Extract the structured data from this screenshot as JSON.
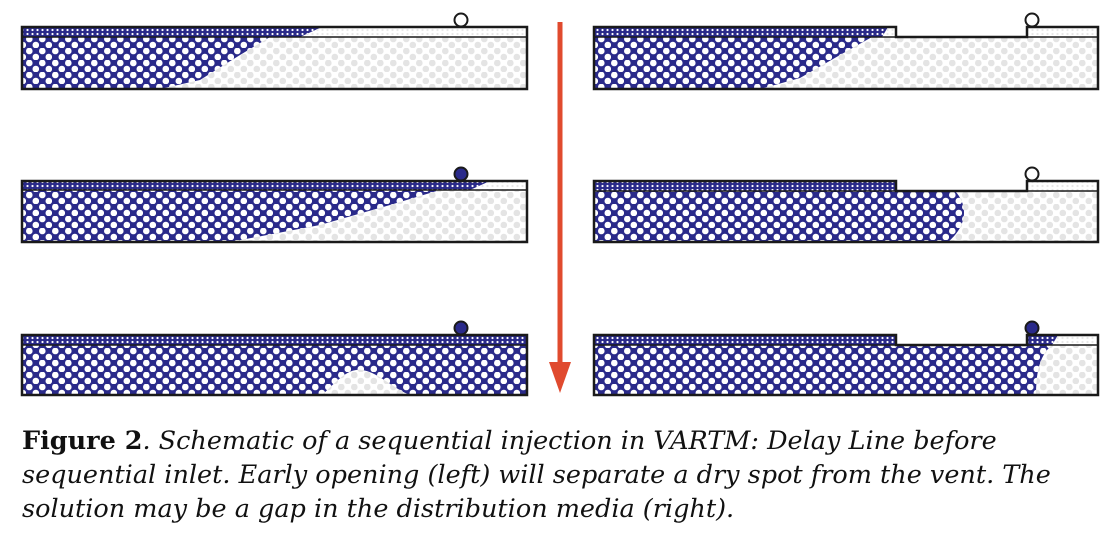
{
  "figure": {
    "label": "Figure 2",
    "caption": ". Schematic of a sequential injection in VARTM: Delay Line before sequential inlet. Early opening (left) will separate a dry spot from the vent. The solution may be a gap in the distribution media (right)."
  },
  "colors": {
    "resin": "#2a2a8a",
    "dry_dot": "#e6e6e6",
    "outline": "#1a1a1a",
    "arrow": "#e04a2e",
    "valve_closed": "#ffffff",
    "valve_open": "#2a2a8a"
  },
  "panels": [
    {
      "name": "left-step-1",
      "column": "left",
      "row": 1,
      "valve": "closed"
    },
    {
      "name": "right-step-1",
      "column": "right",
      "row": 1,
      "valve": "closed"
    },
    {
      "name": "left-step-2",
      "column": "left",
      "row": 2,
      "valve": "open"
    },
    {
      "name": "right-step-2",
      "column": "right",
      "row": 2,
      "valve": "closed"
    },
    {
      "name": "left-step-3",
      "column": "left",
      "row": 3,
      "valve": "open"
    },
    {
      "name": "right-step-3",
      "column": "right",
      "row": 3,
      "valve": "open"
    }
  ]
}
